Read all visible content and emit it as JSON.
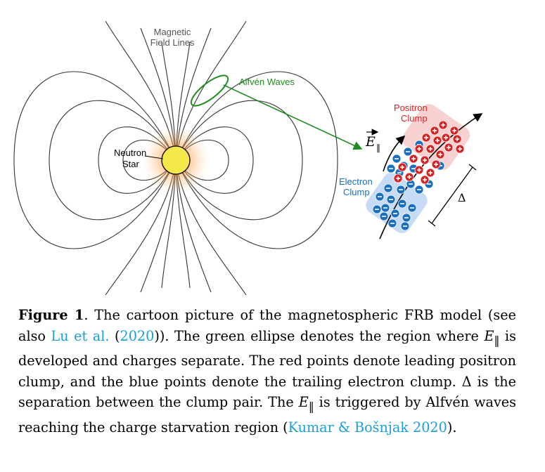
{
  "figure": {
    "labels": {
      "magnetic": "Magnetic",
      "field_lines": "Field Lines",
      "alfven": "Alfvén Waves",
      "neutron": "Neutron",
      "star": "Star",
      "positron": "Positron",
      "positron_clump": "Clump",
      "electron": "Electron",
      "electron_clump": "Clump",
      "efield": "E",
      "efield_sub": "‖",
      "delta": "Δ"
    },
    "colors": {
      "green": "#1e8c1e",
      "positron": "#e02020",
      "electron": "#1a6fbf",
      "star": "#f5e84a"
    }
  },
  "caption": {
    "figure_label": "Figure 1",
    "p1": ". The cartoon picture of the magnetospheric FRB model (see also ",
    "ref1_name": "Lu et al.",
    "p1b": " (",
    "ref1_year": "2020",
    "p2": ")). The green ellipse denotes the region where ",
    "e": "E",
    "e_sub": "‖",
    "p3": " is developed and charges separate. The red points denote leading positron clump, and the blue points denote the trailing electron clump. ",
    "delta": "Δ",
    "p4": " is the separation between the clump pair. The ",
    "p5": " is triggered by Alfvén waves reaching the charge starvation region (",
    "ref2_name": "Kumar & Bošnjak",
    "ref2_year": "2020",
    "p6": ")."
  }
}
